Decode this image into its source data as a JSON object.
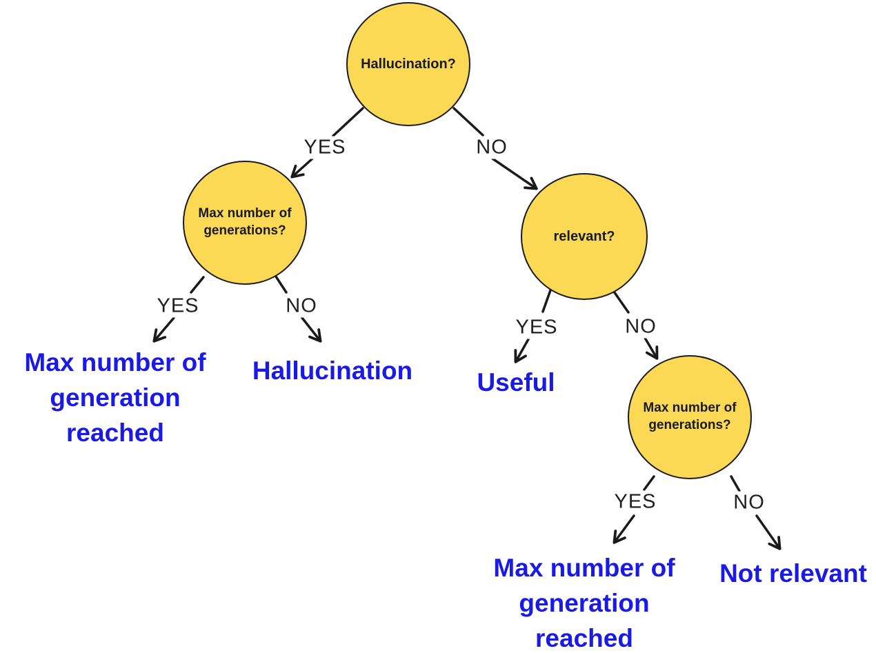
{
  "tree": {
    "nodes": {
      "root": "Hallucination?",
      "maxgen_left": "Max number of generations?",
      "relevant": "relevant?",
      "maxgen_right": "Max number of generations?"
    },
    "edge_labels": {
      "root_yes": "YES",
      "root_no": "NO",
      "maxgen_left_yes": "YES",
      "maxgen_left_no": "NO",
      "relevant_yes": "YES",
      "relevant_no": "NO",
      "maxgen_right_yes": "YES",
      "maxgen_right_no": "NO"
    },
    "leaves": {
      "max_generation_reached_left": "Max number of generation reached",
      "hallucination": "Hallucination",
      "useful": "Useful",
      "max_generation_reached_right": "Max number of generation reached",
      "not_relevant": "Not relevant"
    },
    "colors": {
      "node_fill": "#fbd955",
      "node_border": "#1a1a1a",
      "edge_line": "#1a1a1a",
      "leaf_text": "#1a1ae6",
      "edge_label_text": "#1f1f1f",
      "background": "#ffffff"
    }
  }
}
